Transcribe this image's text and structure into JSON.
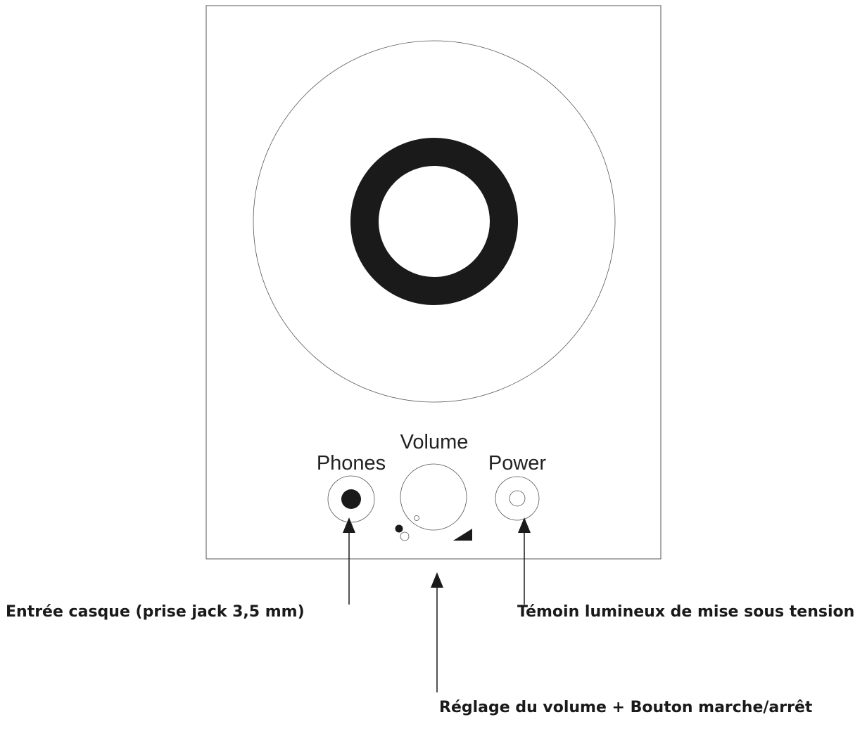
{
  "labels": {
    "phones": "Phones",
    "volume": "Volume",
    "power": "Power"
  },
  "captions": {
    "phones": "Entrée casque (prise jack 3,5 mm)",
    "power": "Témoin lumineux de mise sous tension",
    "volume": "Réglage du volume + Bouton marche/arrêt"
  },
  "colors": {
    "stroke": "#555555",
    "fill_dark": "#1a1a1a",
    "background": "#ffffff"
  }
}
